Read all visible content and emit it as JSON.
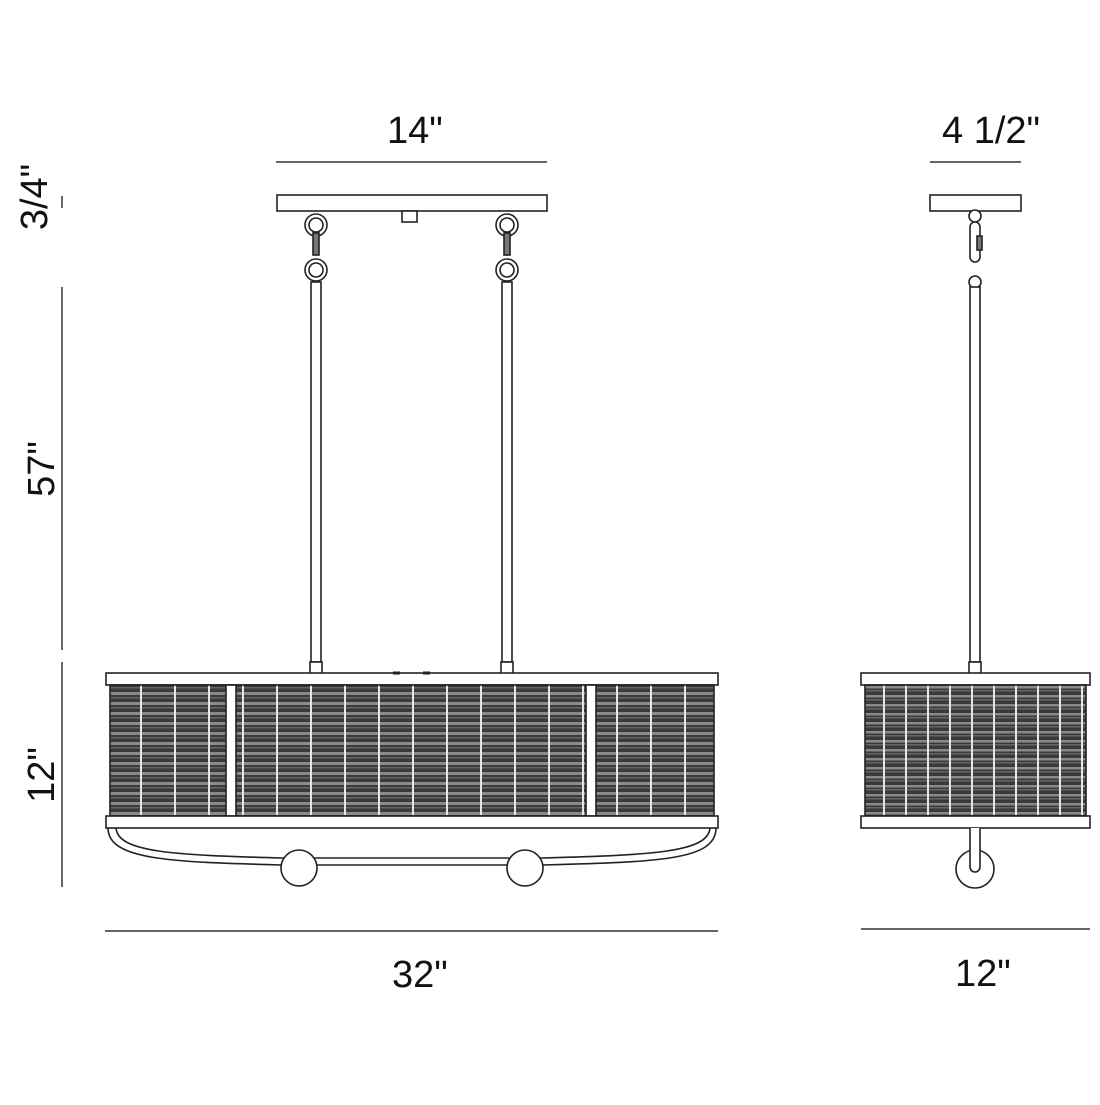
{
  "diagram": {
    "type": "dimension-drawing",
    "subject": "linear pendant light fixture",
    "views": [
      {
        "name": "front-view",
        "parts": [
          "canopy",
          "chain-links",
          "downrods",
          "woven-shade",
          "bottom-frame",
          "curved-arm",
          "finial-balls"
        ]
      },
      {
        "name": "side-view",
        "parts": [
          "canopy",
          "chain",
          "downrod",
          "woven-shade",
          "bottom-frame",
          "finial-disc"
        ]
      }
    ],
    "colors": {
      "line": "#222222",
      "fill": "#ffffff",
      "weave_dark": "#3a3a3a",
      "weave_light": "#8a8a8a"
    }
  },
  "dimensions": {
    "canopy_width_front": "14\"",
    "canopy_width_side": "4 1/2\"",
    "canopy_height": "3/4\"",
    "overall_drop": "57\"",
    "shade_height": "12\"",
    "fixture_length": "32\"",
    "fixture_width": "12\""
  }
}
